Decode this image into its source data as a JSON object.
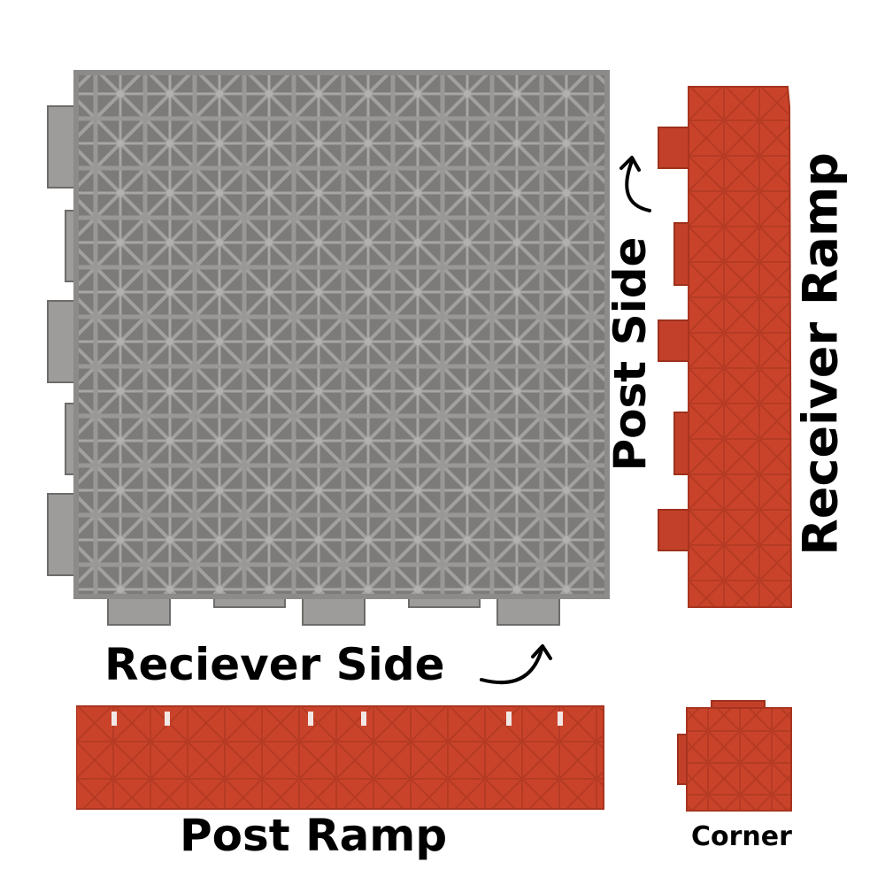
{
  "labels": {
    "receiver_side": "Reciever Side",
    "post_side": "Post Side",
    "post_ramp": "Post Ramp",
    "receiver_ramp": "Receiver Ramp",
    "corner": "Corner"
  },
  "colors": {
    "tile_gray": "#8d8b89",
    "tile_gray_dark": "#6e6c6a",
    "ramp_red": "#c9432a",
    "ramp_red_dark": "#a8341f",
    "text": "#000000"
  },
  "icons": {
    "post_side_arrow": "curved-arrow-up-icon",
    "receiver_side_arrow": "curved-arrow-up-right-icon"
  }
}
